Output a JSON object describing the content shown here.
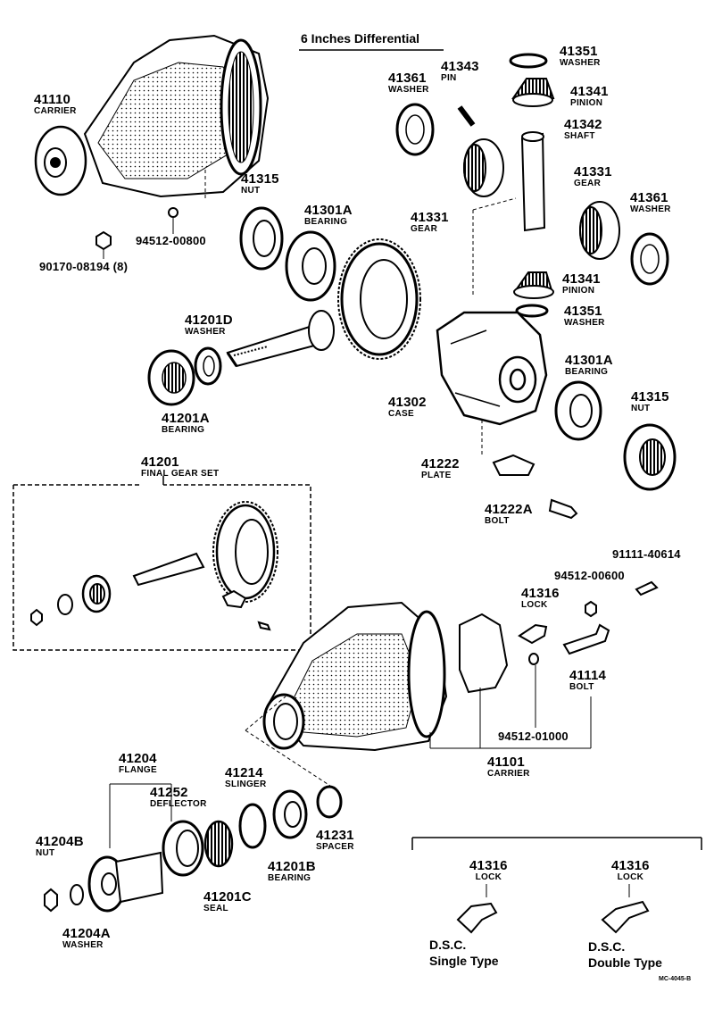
{
  "title": "6 Inches Differential",
  "parts": {
    "p41110": {
      "number": "41110",
      "name": "CARRIER"
    },
    "p90170": {
      "number": "90170-08194 (8)"
    },
    "p94512_800": {
      "number": "94512-00800"
    },
    "p41315a": {
      "number": "41315",
      "name": "NUT"
    },
    "p41301a1": {
      "number": "41301A",
      "name": "BEARING"
    },
    "p41201d": {
      "number": "41201D",
      "name": "WASHER"
    },
    "p41201a": {
      "number": "41201A",
      "name": "BEARING"
    },
    "p41361a": {
      "number": "41361",
      "name": "WASHER"
    },
    "p41343": {
      "number": "41343",
      "name": "PIN"
    },
    "p41351a": {
      "number": "41351",
      "name": "WASHER"
    },
    "p41341a": {
      "number": "41341",
      "name": "PINION"
    },
    "p41342": {
      "number": "41342",
      "name": "SHAFT"
    },
    "p41331a": {
      "number": "41331",
      "name": "GEAR"
    },
    "p41331b": {
      "number": "41331",
      "name": "GEAR"
    },
    "p41361b": {
      "number": "41361",
      "name": "WASHER"
    },
    "p41341b": {
      "number": "41341",
      "name": "PINION"
    },
    "p41351b": {
      "number": "41351",
      "name": "WASHER"
    },
    "p41302": {
      "number": "41302",
      "name": "CASE"
    },
    "p41301a2": {
      "number": "41301A",
      "name": "BEARING"
    },
    "p41315b": {
      "number": "41315",
      "name": "NUT"
    },
    "p41222": {
      "number": "41222",
      "name": "PLATE"
    },
    "p41222a": {
      "number": "41222A",
      "name": "BOLT"
    },
    "p41201": {
      "number": "41201",
      "name": "FINAL GEAR SET"
    },
    "p91111": {
      "number": "91111-40614"
    },
    "p94512_600": {
      "number": "94512-00600"
    },
    "p41316a": {
      "number": "41316",
      "name": "LOCK"
    },
    "p41114": {
      "number": "41114",
      "name": "BOLT"
    },
    "p94512_1000": {
      "number": "94512-01000"
    },
    "p41101": {
      "number": "41101",
      "name": "CARRIER"
    },
    "p41204": {
      "number": "41204",
      "name": "FLANGE"
    },
    "p41252": {
      "number": "41252",
      "name": "DEFLECTOR"
    },
    "p41214": {
      "number": "41214",
      "name": "SLINGER"
    },
    "p41231": {
      "number": "41231",
      "name": "SPACER"
    },
    "p41201b": {
      "number": "41201B",
      "name": "BEARING"
    },
    "p41201c": {
      "number": "41201C",
      "name": "SEAL"
    },
    "p41204b": {
      "number": "41204B",
      "name": "NUT"
    },
    "p41204a": {
      "number": "41204A",
      "name": "WASHER"
    },
    "p41316b": {
      "number": "41316",
      "name": "LOCK"
    },
    "p41316c": {
      "number": "41316",
      "name": "LOCK"
    }
  },
  "variants": {
    "single": {
      "line1": "D.S.C.",
      "line2": "Single Type"
    },
    "double": {
      "line1": "D.S.C.",
      "line2": "Double Type"
    }
  },
  "code": "MC-4045-B"
}
